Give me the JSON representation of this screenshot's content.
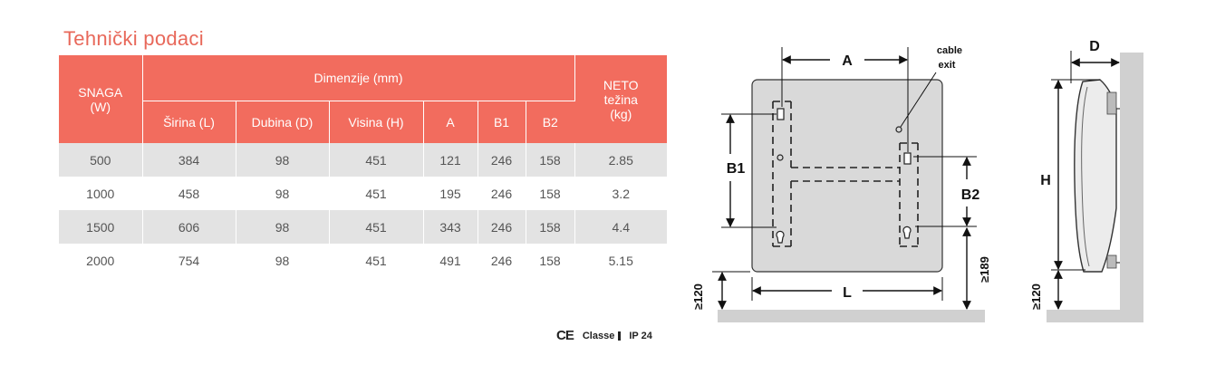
{
  "title": "Tehnički podaci",
  "table": {
    "col_snaga": "SNAGA\n(W)",
    "col_dimenzije": "Dimenzije (mm)",
    "col_neto": "NETO\ntežina\n(kg)",
    "sub_columns": [
      "Širina (L)",
      "Dubina (D)",
      "Visina (H)",
      "A",
      "B1",
      "B2"
    ],
    "rows": [
      [
        "500",
        "384",
        "98",
        "451",
        "121",
        "246",
        "158",
        "2.85"
      ],
      [
        "1000",
        "458",
        "98",
        "451",
        "195",
        "246",
        "158",
        "3.2"
      ],
      [
        "1500",
        "606",
        "98",
        "451",
        "343",
        "246",
        "158",
        "4.4"
      ],
      [
        "2000",
        "754",
        "98",
        "451",
        "491",
        "246",
        "158",
        "5.15"
      ]
    ]
  },
  "marks": {
    "ce": "CE",
    "classe": "Classe",
    "ip": "IP 24"
  },
  "diagram_front": {
    "label_a": "A",
    "label_b1": "B1",
    "label_b2": "B2",
    "label_l": "L",
    "label_cable_line1": "cable",
    "label_cable_line2": "exit",
    "label_min_floor": "≥120",
    "label_min_b2": "≥189"
  },
  "diagram_side": {
    "label_d": "D",
    "label_h": "H",
    "label_min_floor": "≥120"
  },
  "colors": {
    "header_bg": "#f26c5e",
    "title": "#e8685a",
    "row_shade": "#e3e3e3",
    "panel": "#d9d9d9",
    "floor": "#d0d0d0"
  }
}
